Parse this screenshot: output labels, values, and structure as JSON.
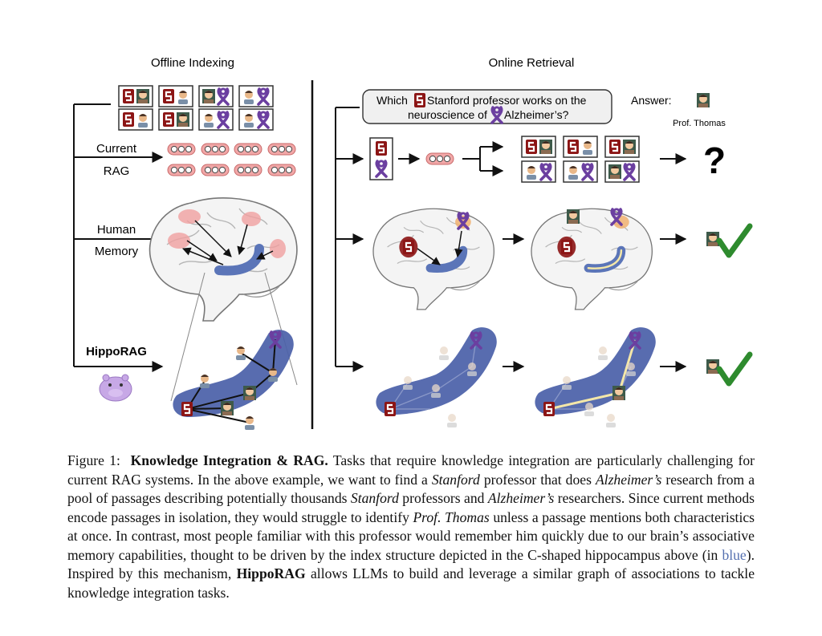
{
  "figure": {
    "offline_title": "Offline Indexing",
    "online_title": "Online Retrieval",
    "label_current": "Current",
    "label_rag": "RAG",
    "label_human": "Human",
    "label_memory": "Memory",
    "label_hipporag": "HippoRAG",
    "question_line1_a": "Which",
    "question_line1_b": "Stanford professor works on the",
    "question_line2_a": "neuroscience of",
    "question_line2_b": "Alzheimer’s?",
    "answer_label": "Answer:",
    "answer_name": "Prof. Thomas",
    "unknown_result": "?",
    "colors": {
      "stanford": "#8c1515",
      "ribbon": "#6b3fa0",
      "hippocampus": "#4a5fa8",
      "check": "#2e8b2e",
      "embedding": "#f1a7a7",
      "highlight": "#f4e7a8"
    },
    "icons": [
      "stanford-logo-icon",
      "purple-ribbon-icon",
      "professor-avatar-icon",
      "brain-icon",
      "hippo-icon",
      "check-icon"
    ]
  },
  "caption": {
    "label": "Figure 1:",
    "title": "Knowledge Integration & RAG.",
    "t1": "Tasks that require knowledge integration are particularly challenging for current RAG systems. In the above example, we want to find a",
    "i1": "Stanford",
    "t2": "professor that does",
    "i2": "Alzheimer’s",
    "t3": "research from a pool of passages describing potentially thousands",
    "i3": "Stanford",
    "t4": "professors and",
    "i4": "Alzheimer’s",
    "t5": "researchers. Since current methods encode passages in isolation, they would struggle to identify",
    "i5": "Prof. Thomas",
    "t6": "unless a passage mentions both characteristics at once. In contrast, most people familiar with this professor would remember him quickly due to our brain’s associative memory capabilities, thought to be driven by the index structure depicted in the C-shaped hippocampus above (in",
    "blue_word": "blue",
    "t7": "). Inspired by this mechanism,",
    "b1": "HippoRAG",
    "t8": "allows LLMs to build and leverage a similar graph of associations to tackle knowledge integration tasks."
  }
}
